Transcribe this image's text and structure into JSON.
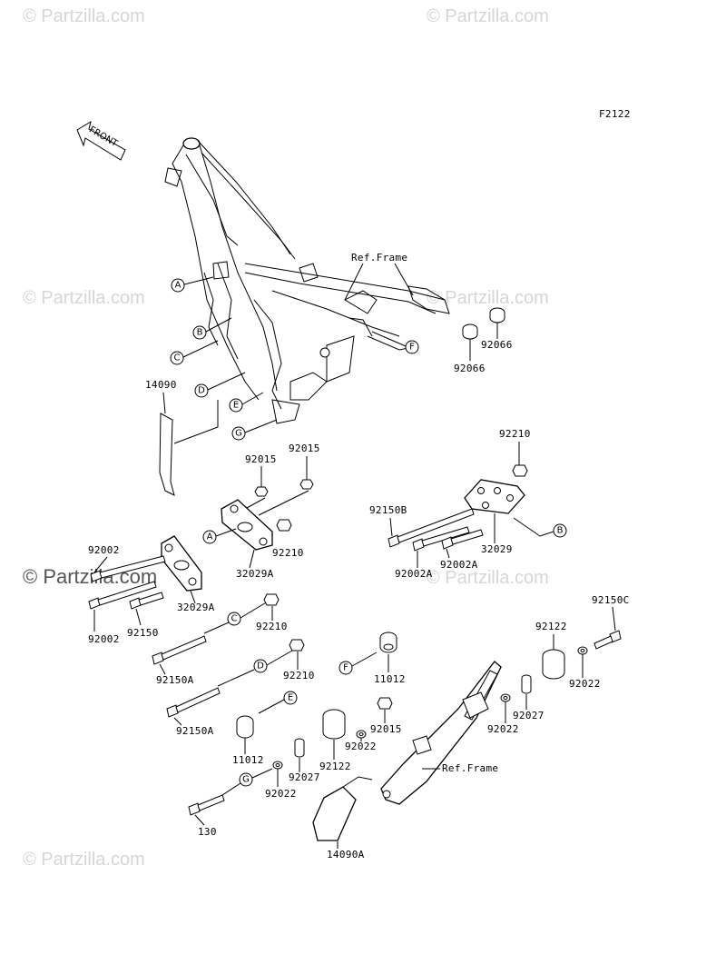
{
  "diagram_code": "F2122",
  "watermarks": [
    "© Partzilla.com",
    "© Partzilla.com",
    "© Partzilla.com",
    "© Partzilla.com",
    "© Partzilla.com",
    "© Partzilla.com",
    "© Partzilla.com"
  ],
  "front_arrow": "FRONT",
  "ref_frame_top": "Ref.Frame",
  "ref_frame_bottom": "Ref.Frame",
  "callouts": [
    "A",
    "B",
    "C",
    "D",
    "E",
    "G",
    "F",
    "A",
    "B",
    "C",
    "D",
    "E",
    "F",
    "G"
  ],
  "parts": {
    "p92066a": "92066",
    "p92066b": "92066",
    "p14090": "14090",
    "p92015a": "92015",
    "p92015b": "92015",
    "p92210a": "92210",
    "p92150b": "92150B",
    "p92002a": "92002",
    "p32029a": "32029A",
    "p92210b": "92210",
    "p92002Aa": "92002A",
    "p92002Ab": "92002A",
    "p32029": "32029",
    "p32029A2": "32029A",
    "p92002b": "92002",
    "p92150": "92150",
    "p92150c": "92150C",
    "p92210c": "92210",
    "p92122a": "92122",
    "p92150Aa": "92150A",
    "p92210d": "92210",
    "p11012a": "11012",
    "p92022a": "92022",
    "p92027a": "92027",
    "p92022b": "92022",
    "p92150Ab": "92150A",
    "p92015c": "92015",
    "p11012b": "11012",
    "p92022c": "92022",
    "p92122b": "92122",
    "p92027b": "92027",
    "p92022d": "92022",
    "p130": "130",
    "p14090A": "14090A"
  }
}
